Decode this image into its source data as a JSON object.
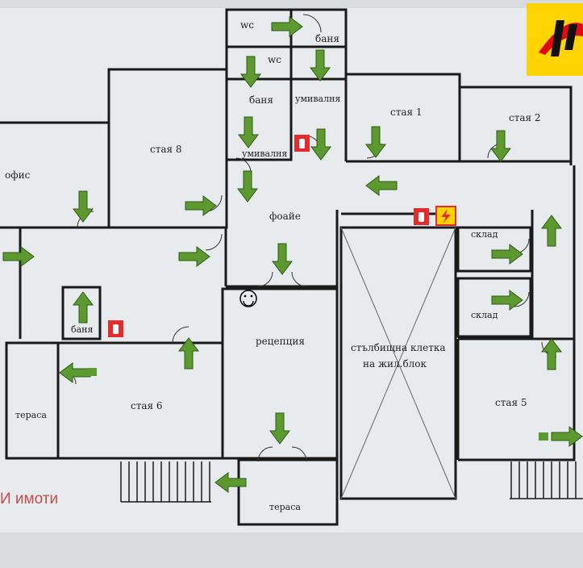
{
  "rooms": {
    "wc_top": "wc",
    "wc_small": "wc",
    "banya_top": "баня",
    "banya_mid": "баня",
    "umivalnya_right": "умивалня",
    "umivalnya_left": "умивалня",
    "staya1": "стая 1",
    "staya2": "стая 2",
    "staya8": "стая 8",
    "ofis": "офис",
    "foaie": "фоайе",
    "sklad1": "склад",
    "sklad2": "склад",
    "recepcia": "рецепция",
    "stair_line1": "стълбищна клетка",
    "stair_line2": "на жил.блок",
    "banya_left": "баня",
    "staya6": "стая 6",
    "terasa_left": "тераса",
    "staya5": "стая 5",
    "terasa_bottom": "тераса"
  },
  "watermark": "И имоти",
  "colors": {
    "arrow": "#5c9a2f",
    "wall": "#1a1a1a",
    "floor": "#e8ebee",
    "sign_red": "#e52b2b",
    "logo_yellow": "#ffd400",
    "logo_red": "#e30613"
  }
}
